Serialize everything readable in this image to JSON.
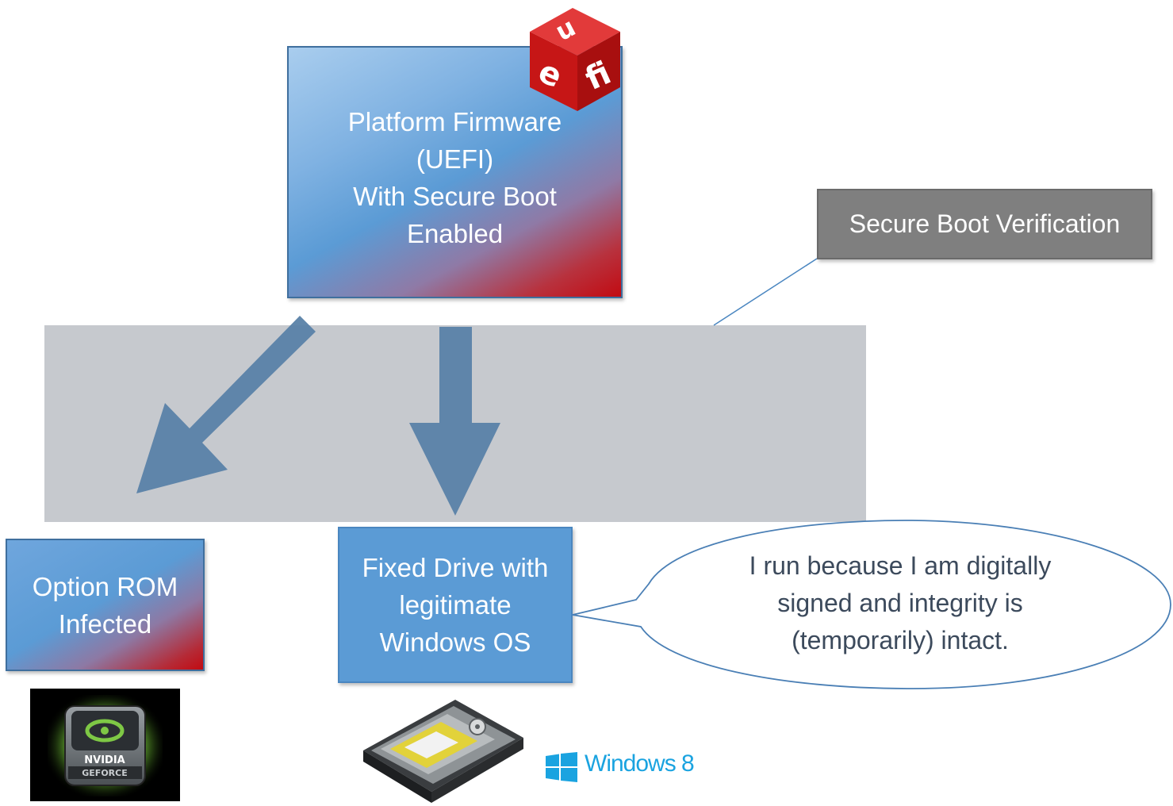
{
  "firmware": {
    "lines": [
      "Platform Firmware",
      "(UEFI)",
      "With Secure Boot",
      "Enabled"
    ]
  },
  "uefi_logo": {
    "text": "uefi"
  },
  "verification": {
    "label": "Secure Boot Verification"
  },
  "option_rom": {
    "lines": [
      "Option ROM",
      "Infected"
    ]
  },
  "fixed_drive": {
    "lines": [
      "Fixed Drive with",
      "legitimate",
      "Windows OS"
    ]
  },
  "speech": {
    "lines": [
      "I run because I am digitally",
      "signed and integrity is",
      "(temporarily) intact."
    ]
  },
  "nvidia": {
    "brand": "NVIDIA",
    "product": "GEFORCE"
  },
  "windows": {
    "label": "Windows 8"
  },
  "colors": {
    "box_blue": "#5b9bd5",
    "infected_red": "#c20b12",
    "arrow": "#5a82a8",
    "band": "#c6c9ce",
    "verify_gray": "#7f7f7f"
  }
}
